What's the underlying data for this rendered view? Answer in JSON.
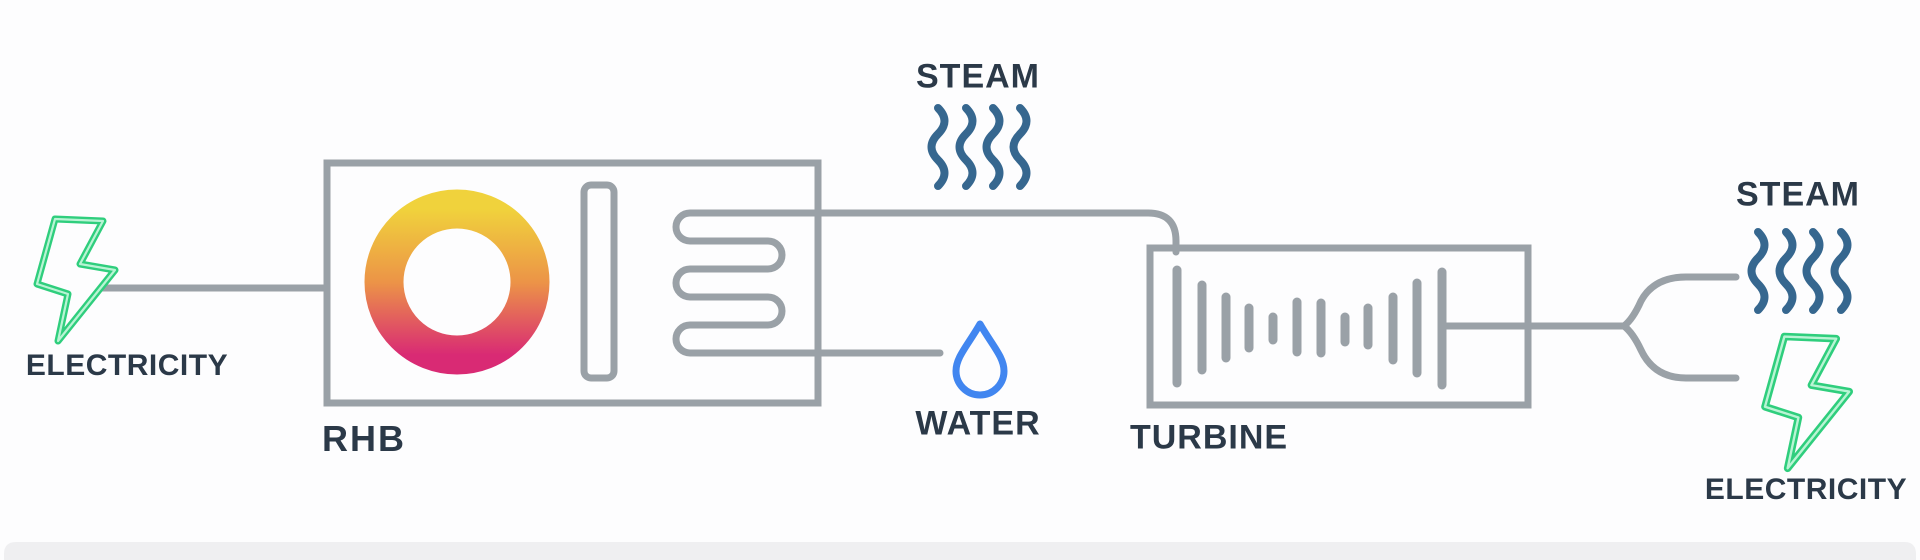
{
  "diagram": {
    "type": "process-flow",
    "labels": {
      "electricity_in": "ELECTRICITY",
      "rhb": "RHB",
      "steam_mid": "STEAM",
      "water": "WATER",
      "turbine": "TURBINE",
      "steam_out": "STEAM",
      "electricity_out": "ELECTRICITY"
    },
    "icons": {
      "electricity_in": "lightning-bolt",
      "rhb_burner": "gradient-ring",
      "rhb_divider": "vertical-bar",
      "rhb_coil": "heating-coil",
      "steam_mid": "steam-waves",
      "water": "water-drop",
      "turbine_blades": "waveform-bars",
      "steam_out": "steam-waves",
      "electricity_out": "lightning-bolt"
    },
    "edges": [
      {
        "from": "electricity_in",
        "to": "rhb"
      },
      {
        "from": "rhb",
        "to": "turbine",
        "label_node": "steam_mid"
      },
      {
        "from": "rhb",
        "to": "water"
      },
      {
        "from": "turbine",
        "to": "steam_out"
      },
      {
        "from": "turbine",
        "to": "electricity_out"
      }
    ],
    "colors": {
      "background": "#fdfdfe",
      "line_gray": "#9aa1a7",
      "label_navy": "#2b3948",
      "steam_blue": "#36678f",
      "water_blue": "#4186f0",
      "bolt_green": "#2fce7d",
      "bolt_green_light": "#b9f4d4",
      "ring_yellow": "#f0d23c",
      "ring_orange": "#ec9447",
      "ring_pink": "#d92a74",
      "panel_gray": "#efeff1"
    }
  }
}
